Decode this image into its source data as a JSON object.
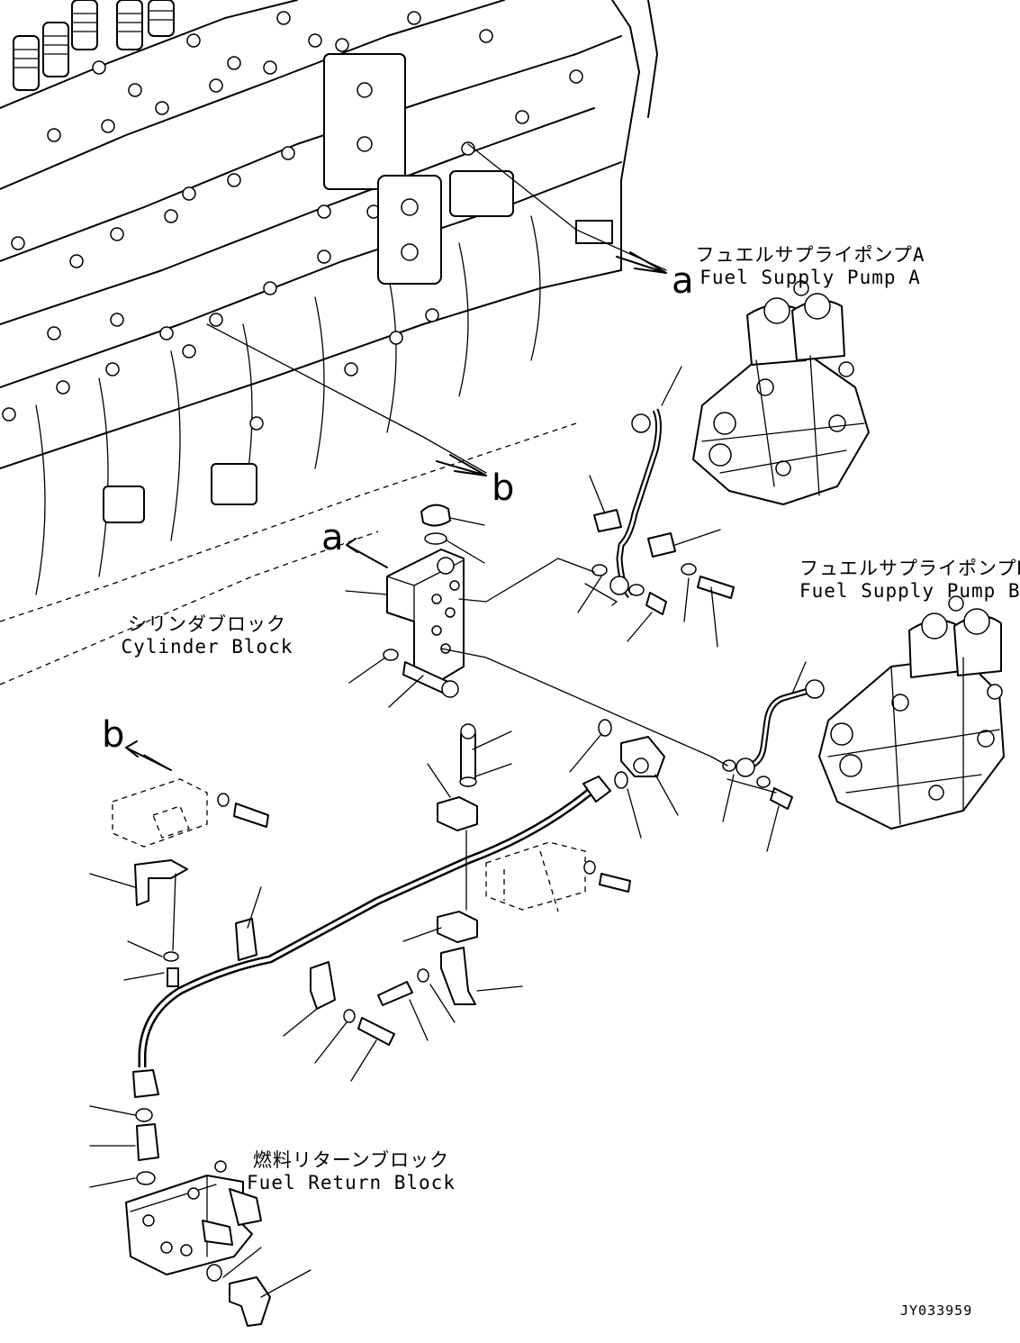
{
  "labels": {
    "pump_a_jp": "フュエルサプライポンプA",
    "pump_a_en": "Fuel Supply Pump A",
    "pump_b_jp": "フュエルサプライポンプB",
    "pump_b_en": "Fuel Supply Pump B",
    "cylinder_jp": "シリンダブロック",
    "cylinder_en": "Cylinder Block",
    "return_jp": "燃料リターンブロック",
    "return_en": "Fuel Return Block"
  },
  "callouts": {
    "a_right": "a",
    "b_right": "b",
    "a_left": "a",
    "b_left": "b"
  },
  "drawing_code": "JY033959"
}
